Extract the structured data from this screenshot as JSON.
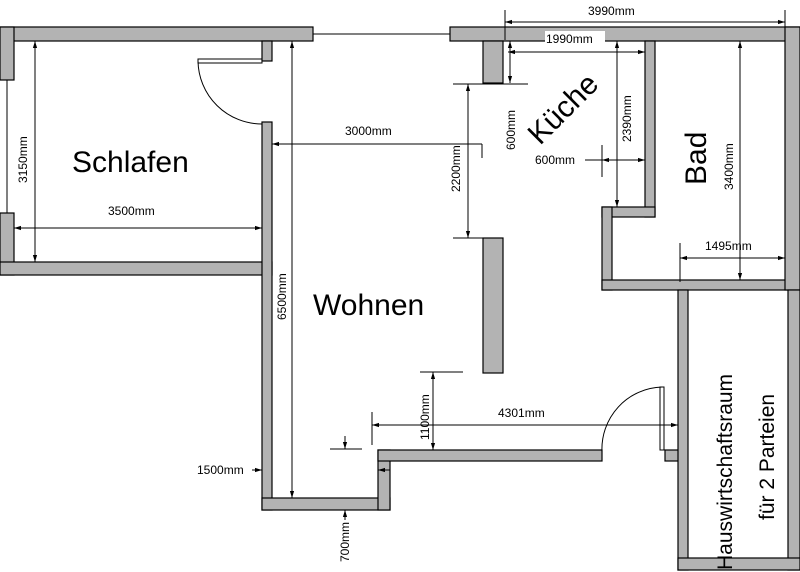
{
  "rooms": {
    "schlafen": "Schlafen",
    "wohnen": "Wohnen",
    "kueche": "Küche",
    "bad": "Bad",
    "hwr_line1": "Hauswirtschaftsraum",
    "hwr_line2": "für 2 Parteien"
  },
  "dimensions": {
    "d3990": "3990mm",
    "d1990": "1990mm",
    "d3000": "3000mm",
    "d3150": "3150mm",
    "d3500": "3500mm",
    "d6500": "6500mm",
    "d2200": "2200mm",
    "d600a": "600mm",
    "d2390": "2390mm",
    "d600b": "600mm",
    "d3400": "3400mm",
    "d1495": "1495mm",
    "d1100": "1100mm",
    "d4301": "4301mm",
    "d1500": "1500mm",
    "d700": "700mm"
  },
  "colors": {
    "wall": "#b3b3b3",
    "line": "#000000"
  }
}
